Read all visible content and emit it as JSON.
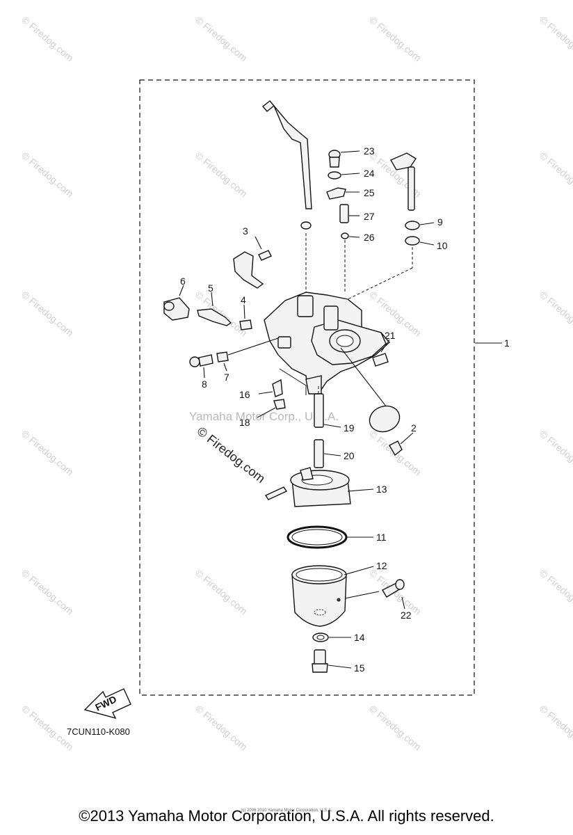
{
  "watermark": {
    "brand": "© Firedog.com",
    "center_text": "Yamaha Motor Corp., U.S.A.",
    "diag_text": "© Firedog.com"
  },
  "callouts": [
    {
      "id": "1",
      "label": "1"
    },
    {
      "id": "2",
      "label": "2"
    },
    {
      "id": "3",
      "label": "3"
    },
    {
      "id": "4",
      "label": "4"
    },
    {
      "id": "5",
      "label": "5"
    },
    {
      "id": "6",
      "label": "6"
    },
    {
      "id": "7",
      "label": "7"
    },
    {
      "id": "8",
      "label": "8"
    },
    {
      "id": "9",
      "label": "9"
    },
    {
      "id": "10",
      "label": "10"
    },
    {
      "id": "11",
      "label": "11"
    },
    {
      "id": "12",
      "label": "12"
    },
    {
      "id": "13",
      "label": "13"
    },
    {
      "id": "14",
      "label": "14"
    },
    {
      "id": "15",
      "label": "15"
    },
    {
      "id": "16",
      "label": "16"
    },
    {
      "id": "18",
      "label": "18"
    },
    {
      "id": "19",
      "label": "19"
    },
    {
      "id": "20",
      "label": "20"
    },
    {
      "id": "21",
      "label": "21"
    },
    {
      "id": "22",
      "label": "22"
    },
    {
      "id": "23",
      "label": "23"
    },
    {
      "id": "24",
      "label": "24"
    },
    {
      "id": "25",
      "label": "25"
    },
    {
      "id": "26",
      "label": "26"
    },
    {
      "id": "27",
      "label": "27"
    }
  ],
  "fwd_label": "FWD",
  "diagram_code": "7CUN110-K080",
  "tiny_notice": "(c) 2006 2010 Yamaha Motor Corporation, U.S.A.",
  "copyright": "©2013 Yamaha Motor Corporation, U.S.A. All rights reserved."
}
